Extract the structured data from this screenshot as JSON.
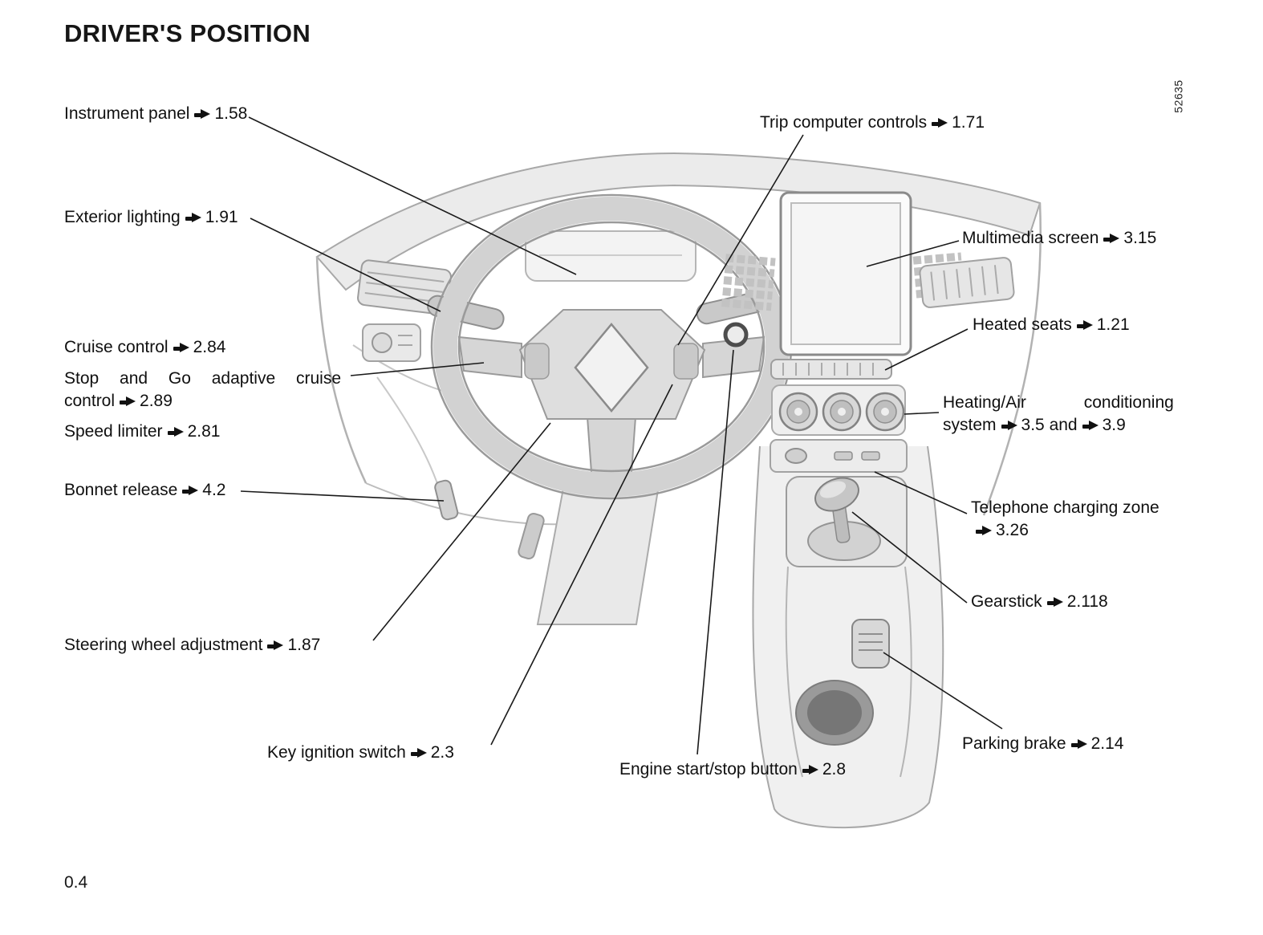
{
  "page": {
    "title": "DRIVER'S POSITION",
    "page_number": "0.4",
    "figure_code": "52635"
  },
  "labels": {
    "instrument_panel": {
      "text": "Instrument panel",
      "ref": "1.58"
    },
    "exterior_lighting": {
      "text": "Exterior lighting",
      "ref": "1.91"
    },
    "cruise_control": {
      "text": "Cruise control",
      "ref": "2.84"
    },
    "stop_and_go": {
      "line1": "Stop and Go adaptive cruise",
      "line2": "control",
      "ref": "2.89"
    },
    "speed_limiter": {
      "text": "Speed limiter",
      "ref": "2.81"
    },
    "bonnet_release": {
      "text": "Bonnet release",
      "ref": "4.2"
    },
    "steering_wheel_adjustment": {
      "text": "Steering wheel adjustment",
      "ref": "1.87"
    },
    "key_ignition_switch": {
      "text": "Key ignition switch",
      "ref": "2.3"
    },
    "engine_start_stop": {
      "text": "Engine start/stop button",
      "ref": "2.8"
    },
    "trip_computer_controls": {
      "text": "Trip computer controls",
      "ref": "1.71"
    },
    "multimedia_screen": {
      "text": "Multimedia screen",
      "ref": "3.15"
    },
    "heated_seats": {
      "text": "Heated seats",
      "ref": "1.21"
    },
    "heating_ac": {
      "line1": "Heating/Air conditioning",
      "line2": "system",
      "ref1": "3.5",
      "joiner": "and",
      "ref2": "3.9"
    },
    "telephone_charging": {
      "line1": "Telephone charging zone",
      "ref": "3.26"
    },
    "gearstick": {
      "text": "Gearstick",
      "ref": "2.118"
    },
    "parking_brake": {
      "text": "Parking brake",
      "ref": "2.14"
    }
  }
}
